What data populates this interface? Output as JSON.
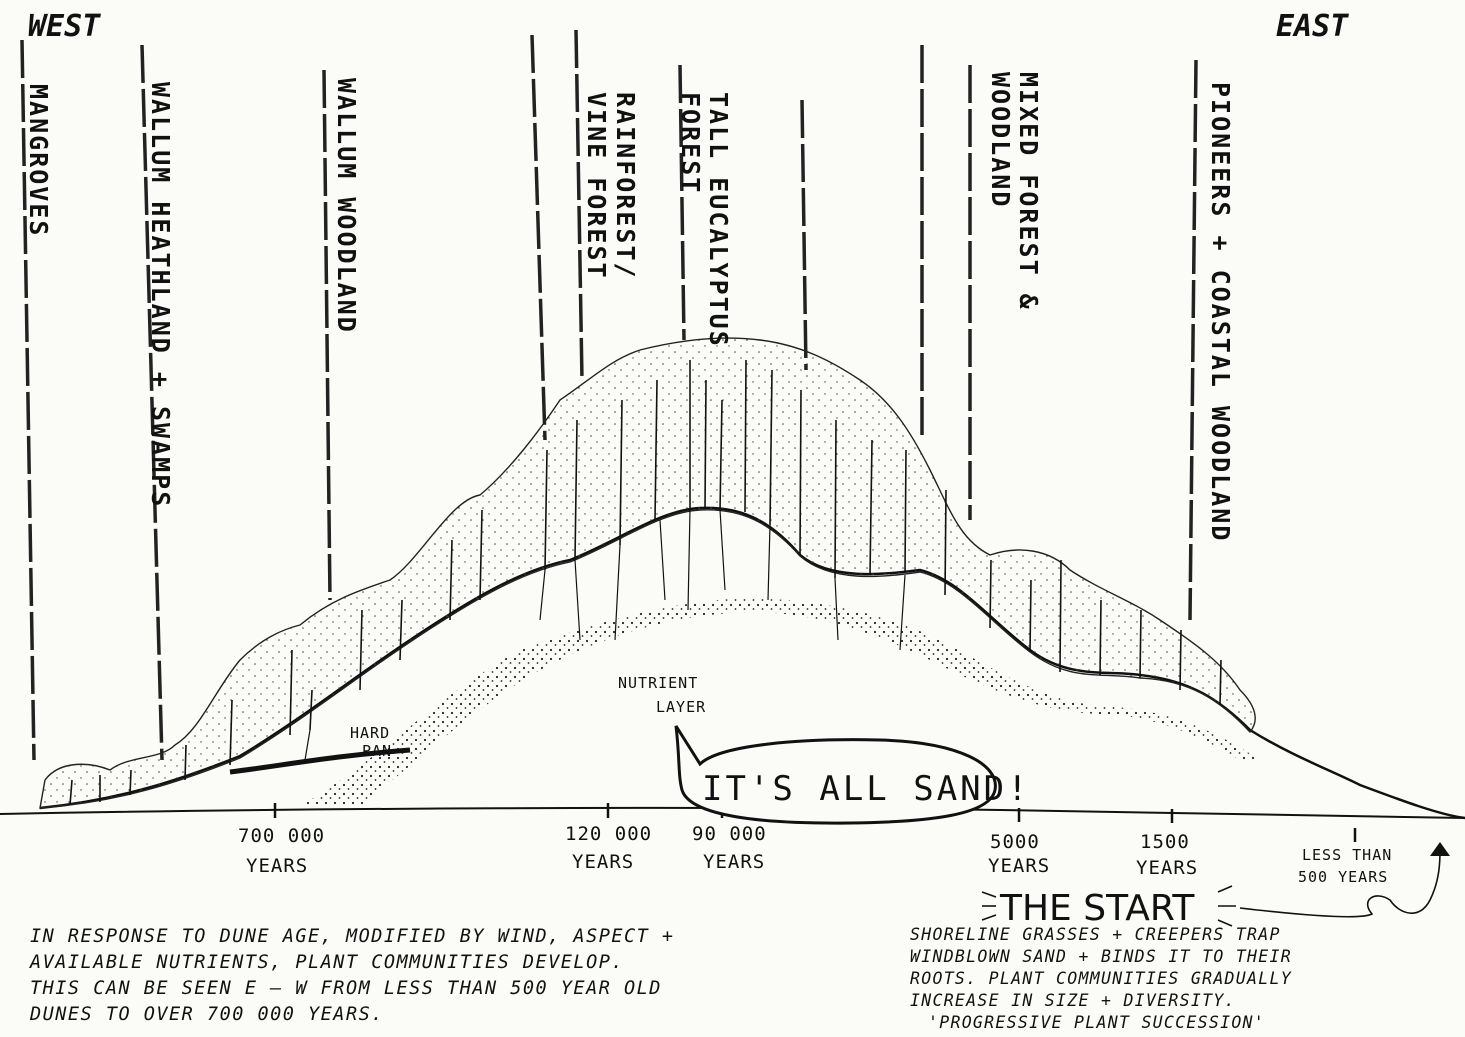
{
  "directions": {
    "west": "WEST",
    "east": "EAST"
  },
  "zones": [
    {
      "id": "mangroves",
      "label": "MANGROVES"
    },
    {
      "id": "wallum-heath",
      "label": "WALLUM HEATHLAND + SWAMPS"
    },
    {
      "id": "wallum-wood",
      "label": "WALLUM WOODLAND"
    },
    {
      "id": "rainforest",
      "lines": [
        "RAINFOREST/",
        "VINE FOREST"
      ]
    },
    {
      "id": "tall-euc",
      "lines": [
        "TALL EUCALYPTUS",
        "FOREST"
      ]
    },
    {
      "id": "mixed",
      "lines": [
        "MIXED FOREST &",
        "WOODLAND"
      ]
    },
    {
      "id": "pioneers",
      "label": "PIONEERS + COASTAL WOODLAND"
    }
  ],
  "ages": [
    {
      "value": "700 000",
      "unit": "YEARS"
    },
    {
      "value": "120 000",
      "unit": "YEARS"
    },
    {
      "value": "90 000",
      "unit": "YEARS"
    },
    {
      "value": "5000",
      "unit": "YEARS"
    },
    {
      "value": "1500",
      "unit": "YEARS"
    },
    {
      "value": "LESS THAN",
      "unit": "500 YEARS"
    }
  ],
  "labels": {
    "hard_pan": [
      "HARD",
      "PAN"
    ],
    "nutrient": [
      "NUTRIENT",
      "LAYER"
    ],
    "bubble": "IT'S ALL SAND!",
    "start_title": "THE START"
  },
  "notes": {
    "left": [
      "IN RESPONSE TO DUNE AGE, MODIFIED BY WIND, ASPECT +",
      "AVAILABLE NUTRIENTS, PLANT COMMUNITIES DEVELOP.",
      "THIS CAN BE SEEN E – W FROM LESS THAN 500 YEAR OLD",
      "DUNES TO OVER 700 000 YEARS."
    ],
    "right": [
      "SHORELINE GRASSES + CREEPERS TRAP",
      "WINDBLOWN SAND + BINDS IT TO THEIR",
      "ROOTS. PLANT COMMUNITIES GRADUALLY",
      "INCREASE IN SIZE + DIVERSITY.",
      "'PROGRESSIVE PLANT SUCCESSION'"
    ]
  }
}
